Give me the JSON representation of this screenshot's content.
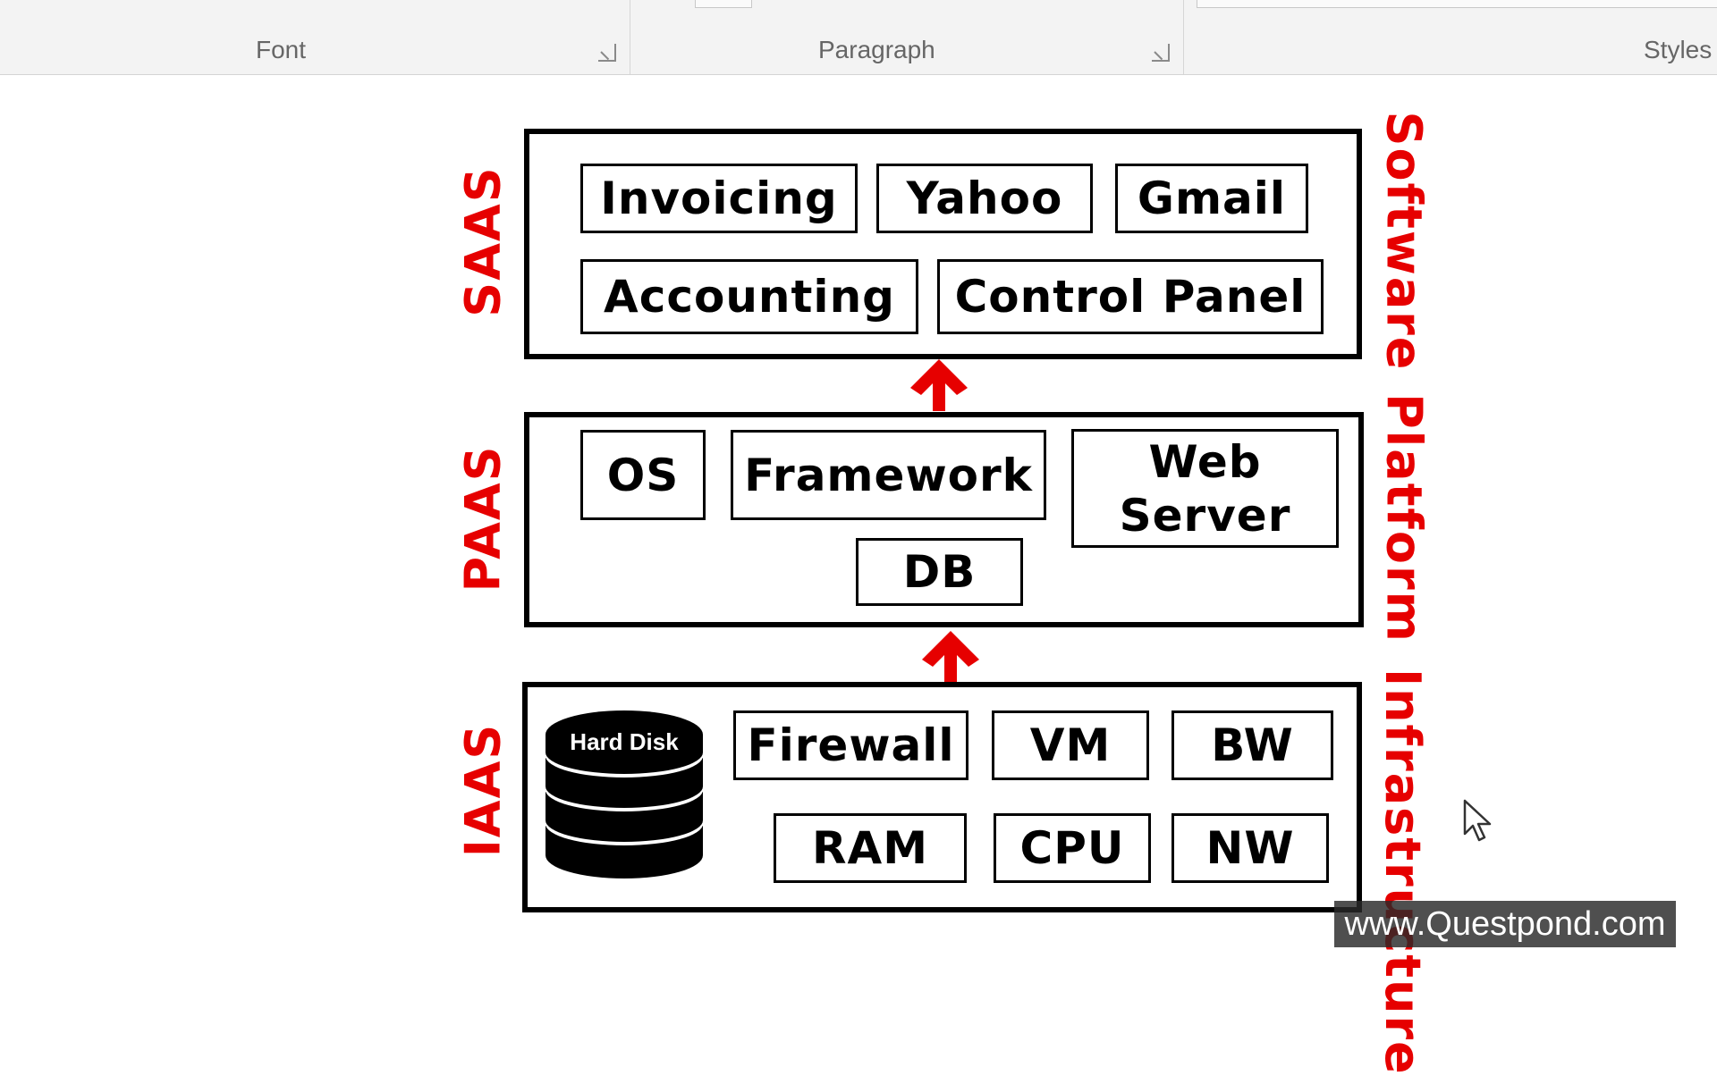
{
  "ribbon": {
    "groups": [
      {
        "label": "Font"
      },
      {
        "label": "Paragraph"
      },
      {
        "label": "Styles"
      }
    ]
  },
  "diagram": {
    "saas": {
      "label": "SAAS",
      "side_label": "Software",
      "items": [
        "Invoicing",
        "Yahoo",
        "Gmail",
        "Accounting",
        "Control Panel"
      ]
    },
    "paas": {
      "label": "PAAS",
      "side_label": "Platform",
      "items": [
        "OS",
        "Framework",
        "Web Server",
        "DB"
      ]
    },
    "iaas": {
      "label": "IAAS",
      "side_label": "Infrastructure",
      "disk_label": "Hard Disk",
      "items": [
        "Firewall",
        "VM",
        "BW",
        "RAM",
        "CPU",
        "NW"
      ]
    },
    "colors": {
      "label": "#e60000",
      "arrow": "#e60000",
      "border": "#000000"
    }
  },
  "watermark": {
    "text": "www.Questpond.com"
  }
}
